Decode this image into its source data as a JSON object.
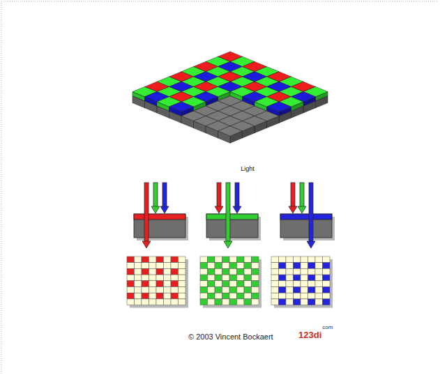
{
  "diagram": {
    "labels": [
      "Light",
      "© 2003 Vincent Bockaert",
      "123di",
      "com"
    ]
  }
}
